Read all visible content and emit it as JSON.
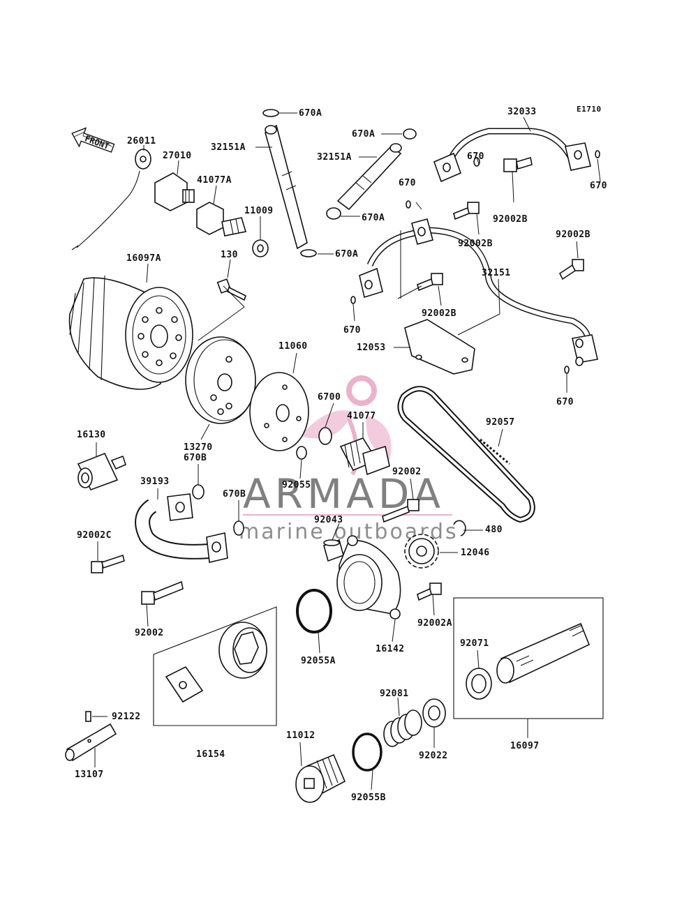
{
  "diagram_code": "E1710",
  "front_arrow": "FRONT",
  "watermark": {
    "brand": "ARMADA",
    "tagline": "marine outboards",
    "accent_color": "#e8a5c4",
    "text_color": "#6b6b6b"
  },
  "labels": {
    "p26011": "26011",
    "p27010": "27010",
    "p41077A": "41077A",
    "p11009": "11009",
    "p130": "130",
    "p16097A": "16097A",
    "p670A_1": "670A",
    "p32151A_1": "32151A",
    "p670A_2": "670A",
    "p670A_3": "670A",
    "p32151A_2": "32151A",
    "p670A_4": "670A",
    "p32033": "32033",
    "p670_1": "670",
    "p670_2": "670",
    "p670_3": "670",
    "p92002B_1": "92002B",
    "p92002B_2": "92002B",
    "p92002B_3": "92002B",
    "p92002B_4": "92002B",
    "p32151": "32151",
    "p670_4": "670",
    "p12053": "12053",
    "p670_5": "670",
    "p11060": "11060",
    "p6700": "6700",
    "p41077": "41077",
    "p92057": "92057",
    "p13270": "13270",
    "p670B_1": "670B",
    "p16130": "16130",
    "p39193": "39193",
    "p670B_2": "670B",
    "p92055": "92055",
    "p92002_1": "92002",
    "p92043": "92043",
    "p480": "480",
    "p12046": "12046",
    "p92002C": "92002C",
    "p92002_2": "92002",
    "p92002A": "92002A",
    "p16142": "16142",
    "p92055A": "92055A",
    "p92071": "92071",
    "p92081": "92081",
    "p92122": "92122",
    "p16154": "16154",
    "p11012": "11012",
    "p92022": "92022",
    "p16097": "16097",
    "p13107": "13107",
    "p92055B": "92055B"
  }
}
